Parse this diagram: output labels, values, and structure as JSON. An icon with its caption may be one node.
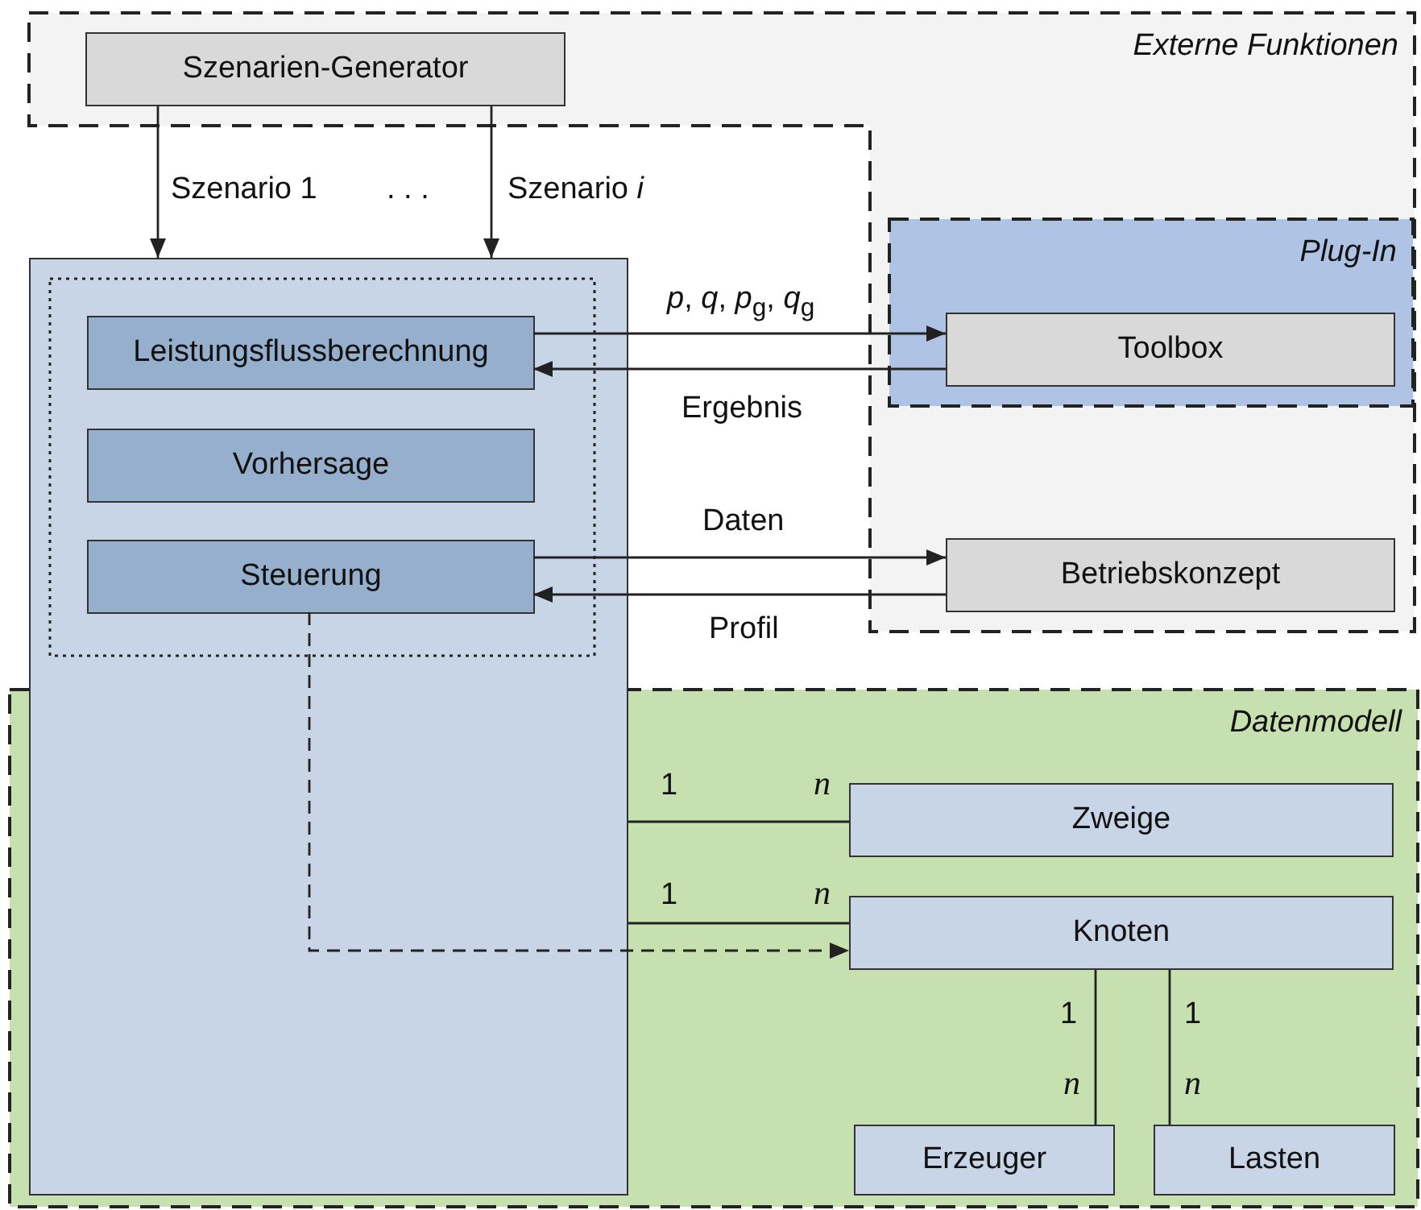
{
  "diagram": {
    "nodes": [
      {
        "text": [
          "Externe Funktionen"
        ]
      },
      {
        "text": [
          "Szenarien-Generator"
        ],
        "in": 0
      },
      {
        "text": [
          "Plug-In"
        ],
        "in": 0
      },
      {
        "text": [
          "Toolbox"
        ],
        "in": 2
      },
      {
        "text": [
          "Betriebskonzept"
        ],
        "in": 0
      },
      {
        "text": [
          "Datenmodell"
        ]
      },
      {
        "text": [],
        "shape": "box"
      },
      {
        "text": [],
        "shape": "box",
        "in": 6
      },
      {
        "text": [
          "Leistungsflussberechnung"
        ],
        "in": 7
      },
      {
        "text": [
          "Vorhersage"
        ],
        "in": 7
      },
      {
        "text": [
          "Steuerung"
        ],
        "in": 7
      },
      {
        "text": [
          "Zweige"
        ],
        "in": 5
      },
      {
        "text": [
          "Knoten"
        ],
        "in": 5
      },
      {
        "text": [
          "Erzeuger"
        ],
        "in": 5
      },
      {
        "text": [
          "Lasten"
        ],
        "in": 5
      }
    ],
    "edges": [
      {
        "from": 1,
        "to": 6,
        "arrow": "to",
        "label": "Szenario 1"
      },
      {
        "from": 1,
        "to": 6,
        "arrow": "to",
        "label": "Szenario *i*"
      },
      {
        "from": 8,
        "to": 3,
        "arrow": "to",
        "label": "*p*, *q*, *p*$_{g}$, *q*$_{g}$"
      },
      {
        "from": 3,
        "to": 8,
        "arrow": "to",
        "label": "Ergebnis"
      },
      {
        "from": 10,
        "to": 4,
        "arrow": "to",
        "label": "Daten"
      },
      {
        "from": 4,
        "to": 10,
        "arrow": "to",
        "label": "Profil"
      },
      {
        "from": 6,
        "to": 11,
        "arrow": "none"
      },
      {
        "from": 6,
        "to": 12,
        "arrow": "none"
      },
      {
        "from": 10,
        "to": 12,
        "arrow": "to",
        "style": "dashed"
      },
      {
        "from": 12,
        "to": 13,
        "arrow": "none"
      },
      {
        "from": 12,
        "to": 14,
        "arrow": "none"
      }
    ],
    "labels": [
      ". . .",
      "1",
      "n",
      "1",
      "n",
      "1",
      "1",
      "n",
      "n"
    ]
  }
}
